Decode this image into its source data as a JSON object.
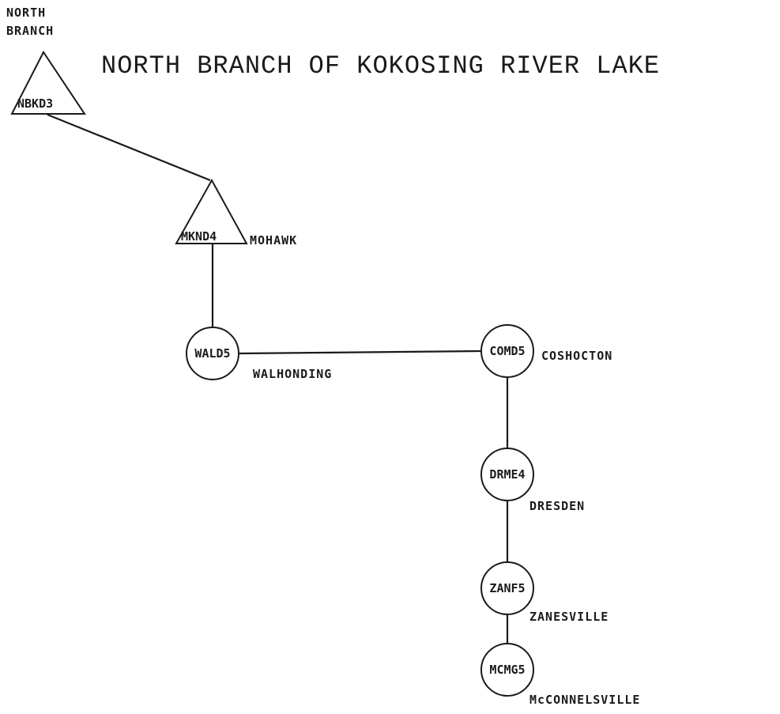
{
  "title": "NORTH BRANCH OF KOKOSING RIVER LAKE",
  "nodes": [
    {
      "id": "nbkd3",
      "code": "NBKD3",
      "name_lines": [
        "NORTH",
        "BRANCH"
      ],
      "shape": "triangle"
    },
    {
      "id": "mknd4",
      "code": "MKND4",
      "name_lines": [
        "MOHAWK"
      ],
      "shape": "triangle"
    },
    {
      "id": "walds",
      "code": "WALD5",
      "name_lines": [
        "WALHONDING"
      ],
      "shape": "circle"
    },
    {
      "id": "comds",
      "code": "COMD5",
      "name_lines": [
        "COSHOCTON"
      ],
      "shape": "circle"
    },
    {
      "id": "drme4",
      "code": "DRME4",
      "name_lines": [
        "DRESDEN"
      ],
      "shape": "circle"
    },
    {
      "id": "zanfs",
      "code": "ZANF5",
      "name_lines": [
        "ZANESVILLE"
      ],
      "shape": "circle"
    },
    {
      "id": "mcmgs",
      "code": "MCMG5",
      "name_lines": [
        "McCONNELSVILLE"
      ],
      "shape": "circle"
    }
  ],
  "links": [
    [
      "nbkd3",
      "mknd4"
    ],
    [
      "mknd4",
      "walds"
    ],
    [
      "walds",
      "comds"
    ],
    [
      "comds",
      "drme4"
    ],
    [
      "drme4",
      "zanfs"
    ],
    [
      "zanfs",
      "mcmgs"
    ]
  ]
}
